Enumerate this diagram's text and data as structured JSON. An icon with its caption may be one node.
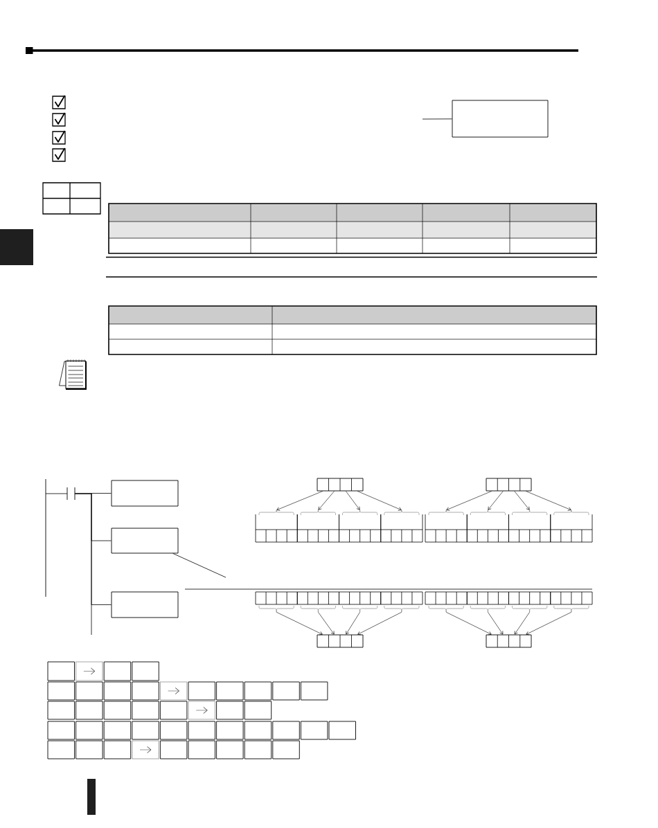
{
  "diagram": {
    "nodes": [
      {
        "text": [],
        "shape": "box"
      },
      {
        "text": [],
        "shape": "picture"
      },
      {
        "text": [],
        "shape": "box"
      },
      {
        "text": [],
        "shape": "box"
      },
      {
        "text": [],
        "shape": "box"
      },
      {
        "text": [],
        "shape": "box"
      },
      {
        "text": [],
        "shape": "box"
      },
      {
        "text": [],
        "shape": "box"
      },
      {
        "text": [],
        "shape": "box"
      },
      {
        "text": [],
        "shape": "box"
      },
      {
        "text": [],
        "shape": "box"
      },
      {
        "text": [],
        "shape": "box"
      },
      {
        "text": [],
        "shape": "box"
      },
      {
        "text": [],
        "shape": "box"
      },
      {
        "text": [],
        "shape": "box"
      },
      {
        "text": [],
        "shape": "box"
      },
      {
        "text": [],
        "shape": "box"
      },
      {
        "text": [],
        "shape": "box"
      },
      {
        "text": [],
        "shape": "box"
      },
      {
        "text": [],
        "shape": "box"
      },
      {
        "text": [],
        "shape": "box"
      },
      {
        "text": [],
        "shape": "box"
      },
      {
        "text": [],
        "shape": "box"
      },
      {
        "text": [],
        "shape": "box"
      },
      {
        "text": [],
        "shape": "box"
      },
      {
        "text": [],
        "shape": "box"
      },
      {
        "text": [],
        "shape": "box"
      },
      {
        "text": [],
        "shape": "box"
      },
      {
        "text": [],
        "shape": "box"
      },
      {
        "text": [],
        "shape": "box"
      },
      {
        "text": [],
        "shape": "box"
      },
      {
        "text": [],
        "shape": "box"
      },
      {
        "text": [],
        "shape": "box"
      },
      {
        "text": [],
        "shape": "box"
      },
      {
        "text": [],
        "shape": "box"
      },
      {
        "text": [],
        "shape": "box"
      },
      {
        "text": [],
        "shape": "box"
      },
      {
        "text": [],
        "shape": "box"
      },
      {
        "text": [],
        "shape": "box"
      },
      {
        "text": [],
        "shape": "box"
      },
      {
        "text": [],
        "shape": "box"
      },
      {
        "text": [],
        "shape": "box"
      },
      {
        "text": [],
        "shape": "box"
      },
      {
        "text": [],
        "shape": "box"
      },
      {
        "text": [],
        "shape": "box"
      },
      {
        "text": [],
        "shape": "box"
      },
      {
        "text": [],
        "shape": "box"
      },
      {
        "text": [],
        "shape": "box"
      },
      {
        "text": [],
        "shape": "box"
      },
      {
        "text": [],
        "shape": "box"
      },
      {
        "text": [],
        "shape": "box"
      },
      {
        "text": [],
        "shape": "box"
      },
      {
        "text": [],
        "shape": "box"
      },
      {
        "text": [],
        "shape": "box"
      },
      {
        "text": [],
        "shape": "box"
      },
      {
        "text": [],
        "shape": "box"
      },
      {
        "text": [],
        "shape": "box"
      },
      {
        "text": [],
        "shape": "box"
      },
      {
        "text": [],
        "shape": "box"
      },
      {
        "text": [],
        "shape": "box"
      },
      {
        "text": [],
        "shape": "box"
      },
      {
        "text": [],
        "shape": "box"
      },
      {
        "text": [],
        "shape": "box"
      },
      {
        "text": [],
        "shape": "box"
      },
      {
        "text": [],
        "shape": "box"
      },
      {
        "text": [],
        "shape": "box"
      },
      {
        "text": [],
        "shape": "box"
      }
    ],
    "edges": [
      {
        "from": null,
        "to": 0,
        "arrow": "none"
      },
      {
        "from": 1,
        "to": 2,
        "arrow": "none"
      },
      {
        "from": 1,
        "to": 3,
        "arrow": "none"
      },
      {
        "from": 1,
        "to": 4,
        "arrow": "none"
      },
      {
        "from": null,
        "to": 3,
        "arrow": "none"
      },
      {
        "from": 5,
        "to": 7,
        "arrow": "to"
      },
      {
        "from": 5,
        "to": 8,
        "arrow": "to"
      },
      {
        "from": 5,
        "to": 9,
        "arrow": "to"
      },
      {
        "from": 5,
        "to": 10,
        "arrow": "to"
      },
      {
        "from": 6,
        "to": 11,
        "arrow": "to"
      },
      {
        "from": 6,
        "to": 12,
        "arrow": "to"
      },
      {
        "from": 6,
        "to": 13,
        "arrow": "to"
      },
      {
        "from": 6,
        "to": 14,
        "arrow": "to"
      },
      {
        "from": 15,
        "to": 23,
        "arrow": "to"
      },
      {
        "from": 16,
        "to": 23,
        "arrow": "to"
      },
      {
        "from": 17,
        "to": 23,
        "arrow": "to"
      },
      {
        "from": 18,
        "to": 23,
        "arrow": "to"
      },
      {
        "from": 19,
        "to": 24,
        "arrow": "to"
      },
      {
        "from": 20,
        "to": 24,
        "arrow": "to"
      },
      {
        "from": 21,
        "to": 24,
        "arrow": "to"
      },
      {
        "from": 22,
        "to": 24,
        "arrow": "to"
      }
    ]
  }
}
